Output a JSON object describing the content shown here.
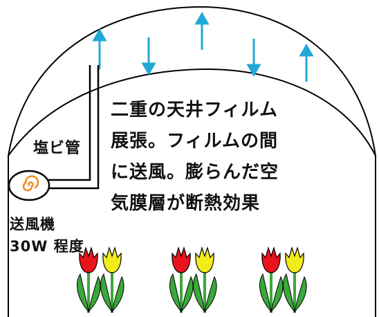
{
  "labels": {
    "pipe": "塩ビ管",
    "description": [
      "二重の天井フィルム",
      "展張。フィルムの間",
      "に送風。膨らんだ空",
      "気膜層が断熱効果"
    ],
    "blower": [
      "送風機",
      "30W 程度"
    ]
  },
  "colors": {
    "arrow": "#22a8d6",
    "line": "#000000",
    "tulip_red": "#e8141c",
    "tulip_yellow": "#f2ec1a",
    "leaf": "#3aa83a",
    "blower_swirl": "#f28a1a"
  },
  "icons": {
    "blower": "swirl-fan-icon",
    "flower": "tulip-icon",
    "airflow": "arrow-icon"
  }
}
